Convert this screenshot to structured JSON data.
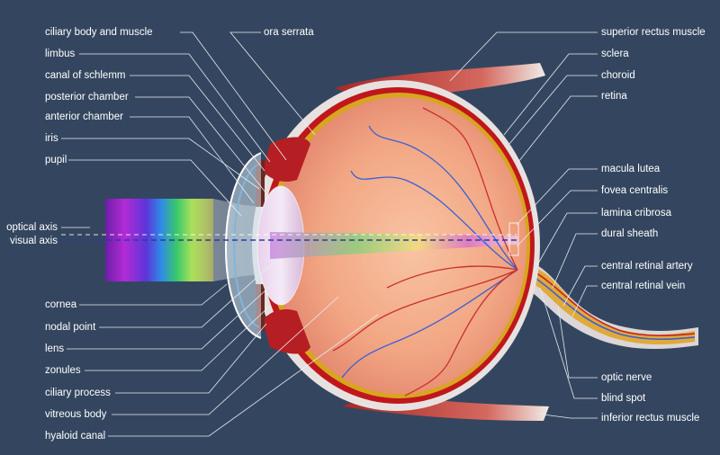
{
  "left_labels": [
    "ciliary body and muscle",
    "limbus",
    "canal of schlemm",
    "posterior chamber",
    "anterior chamber",
    "iris",
    "pupil"
  ],
  "axis_labels": [
    "optical axis",
    "visual axis"
  ],
  "left_bottom_labels": [
    "cornea",
    "nodal point",
    "lens",
    "zonules",
    "ciliary process",
    "vitreous body",
    "hyaloid canal"
  ],
  "top_label": "ora serrata",
  "right_labels": [
    "superior rectus muscle",
    "sclera",
    "choroid",
    "retina",
    "macula lutea",
    "fovea centralis",
    "lamina cribrosa",
    "dural sheath",
    "central retinal artery",
    "central retinal vein",
    "optic nerve",
    "blind spot",
    "inferior rectus muscle"
  ],
  "colors": {
    "background": "#34465f",
    "label_text": "#ffffff",
    "leader_line": "#e8ecf2",
    "sclera": "#e7e2e0",
    "choroid": "#c0171c",
    "retina": "#d8a520",
    "vitreous": "#f2a582",
    "muscle": "#c43a30",
    "visual_axis_dash": "#2a3e9c"
  }
}
